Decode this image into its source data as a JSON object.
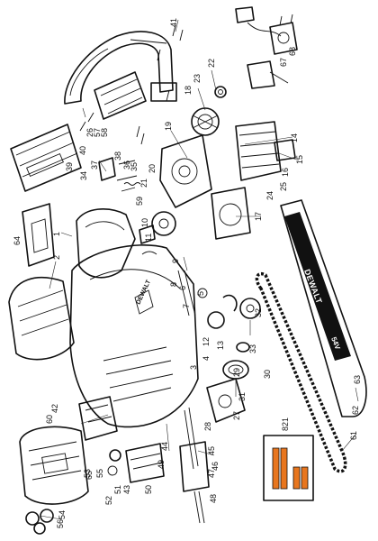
{
  "diagram": {
    "brand_text": "DEWALT",
    "voltage_text": "54V",
    "accent_color": "#e8761e",
    "labels": [
      {
        "id": "41",
        "text": "41"
      },
      {
        "id": "22",
        "text": "22"
      },
      {
        "id": "23",
        "text": "23"
      },
      {
        "id": "18",
        "text": "18"
      },
      {
        "id": "19",
        "text": "19"
      },
      {
        "id": "20",
        "text": "20"
      },
      {
        "id": "21",
        "text": "21"
      },
      {
        "id": "14",
        "text": "14"
      },
      {
        "id": "15",
        "text": "15"
      },
      {
        "id": "16",
        "text": "16"
      },
      {
        "id": "17",
        "text": "17"
      },
      {
        "id": "24",
        "text": "24"
      },
      {
        "id": "25",
        "text": "25"
      },
      {
        "id": "67",
        "text": "67"
      },
      {
        "id": "68",
        "text": "68"
      },
      {
        "id": "26",
        "text": "26"
      },
      {
        "id": "57",
        "text": "57"
      },
      {
        "id": "58",
        "text": "58"
      },
      {
        "id": "40",
        "text": "40"
      },
      {
        "id": "39",
        "text": "39"
      },
      {
        "id": "34",
        "text": "34"
      },
      {
        "id": "37",
        "text": "37"
      },
      {
        "id": "38",
        "text": "38"
      },
      {
        "id": "36",
        "text": "36"
      },
      {
        "id": "35",
        "text": "35"
      },
      {
        "id": "59",
        "text": "59"
      },
      {
        "id": "10",
        "text": "10"
      },
      {
        "id": "11",
        "text": "11"
      },
      {
        "id": "1",
        "text": "1"
      },
      {
        "id": "64",
        "text": "64"
      },
      {
        "id": "2",
        "text": "2"
      },
      {
        "id": "9",
        "text": "9"
      },
      {
        "id": "8",
        "text": "8"
      },
      {
        "id": "6",
        "text": "6"
      },
      {
        "id": "5",
        "text": "5"
      },
      {
        "id": "7",
        "text": "7"
      },
      {
        "id": "12",
        "text": "12"
      },
      {
        "id": "13",
        "text": "13"
      },
      {
        "id": "3",
        "text": "3"
      },
      {
        "id": "32",
        "text": "32"
      },
      {
        "id": "33",
        "text": "33"
      },
      {
        "id": "4",
        "text": "4"
      },
      {
        "id": "29",
        "text": "29"
      },
      {
        "id": "30",
        "text": "30"
      },
      {
        "id": "31",
        "text": "31"
      },
      {
        "id": "27",
        "text": "27"
      },
      {
        "id": "63",
        "text": "63"
      },
      {
        "id": "62",
        "text": "62"
      },
      {
        "id": "60",
        "text": "60"
      },
      {
        "id": "42",
        "text": "42"
      },
      {
        "id": "28",
        "text": "28"
      },
      {
        "id": "44",
        "text": "44"
      },
      {
        "id": "821",
        "text": "821"
      },
      {
        "id": "61",
        "text": "61"
      },
      {
        "id": "45",
        "text": "45"
      },
      {
        "id": "46",
        "text": "46"
      },
      {
        "id": "47",
        "text": "47"
      },
      {
        "id": "48",
        "text": "48"
      },
      {
        "id": "49",
        "text": "49"
      },
      {
        "id": "50",
        "text": "50"
      },
      {
        "id": "43",
        "text": "43"
      },
      {
        "id": "51",
        "text": "51"
      },
      {
        "id": "52",
        "text": "52"
      },
      {
        "id": "53",
        "text": "53"
      },
      {
        "id": "55",
        "text": "55"
      },
      {
        "id": "54",
        "text": "54"
      },
      {
        "id": "56",
        "text": "56"
      },
      {
        "id": "65",
        "text": "65"
      }
    ]
  }
}
